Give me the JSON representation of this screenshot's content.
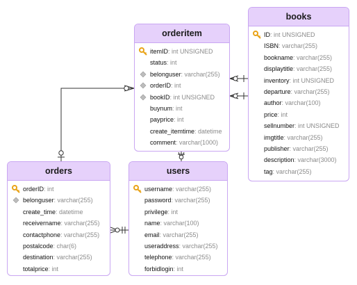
{
  "tables": [
    {
      "id": "orderitem",
      "title": "orderitem",
      "fields": [
        {
          "name": "itemID",
          "type": ": int UNSIGNED",
          "icon": "key-icon"
        },
        {
          "name": "status",
          "type": ": int",
          "icon": ""
        },
        {
          "name": "belonguser",
          "type": ": varchar(255)",
          "icon": "diamond-icon"
        },
        {
          "name": "orderID",
          "type": ": int",
          "icon": "diamond-icon"
        },
        {
          "name": "bookID",
          "type": ": int UNSIGNED",
          "icon": "diamond-icon"
        },
        {
          "name": "buynum",
          "type": ": int",
          "icon": ""
        },
        {
          "name": "payprice",
          "type": ": int",
          "icon": ""
        },
        {
          "name": "create_itemtime",
          "type": ": datetime",
          "icon": ""
        },
        {
          "name": "comment",
          "type": ": varchar(1000)",
          "icon": ""
        }
      ]
    },
    {
      "id": "books",
      "title": "books",
      "fields": [
        {
          "name": "ID",
          "type": ": int UNSIGNED",
          "icon": "key-icon"
        },
        {
          "name": "ISBN",
          "type": ": varchar(255)",
          "icon": ""
        },
        {
          "name": "bookname",
          "type": ": varchar(255)",
          "icon": ""
        },
        {
          "name": "displaytitle",
          "type": ": varchar(255)",
          "icon": ""
        },
        {
          "name": "inventory",
          "type": ": int UNSIGNED",
          "icon": ""
        },
        {
          "name": "departure",
          "type": ": varchar(255)",
          "icon": ""
        },
        {
          "name": "author",
          "type": ": varchar(100)",
          "icon": ""
        },
        {
          "name": "price",
          "type": ": int",
          "icon": ""
        },
        {
          "name": "sellnumber",
          "type": ": int UNSIGNED",
          "icon": ""
        },
        {
          "name": "imgtitle",
          "type": ": varchar(255)",
          "icon": ""
        },
        {
          "name": "publisher",
          "type": ": varchar(255)",
          "icon": ""
        },
        {
          "name": "description",
          "type": ": varchar(3000)",
          "icon": ""
        },
        {
          "name": "tag",
          "type": ": varchar(255)",
          "icon": ""
        }
      ]
    },
    {
      "id": "orders",
      "title": "orders",
      "fields": [
        {
          "name": "orderID",
          "type": ": int",
          "icon": "key-icon"
        },
        {
          "name": "belonguser",
          "type": ": varchar(255)",
          "icon": "diamond-icon"
        },
        {
          "name": "create_time",
          "type": ": datetime",
          "icon": ""
        },
        {
          "name": "receivername",
          "type": ": varchar(255)",
          "icon": ""
        },
        {
          "name": "contactphone",
          "type": ": varchar(255)",
          "icon": ""
        },
        {
          "name": "postalcode",
          "type": ": char(6)",
          "icon": ""
        },
        {
          "name": "destination",
          "type": ": varchar(255)",
          "icon": ""
        },
        {
          "name": "totalprice",
          "type": ": int",
          "icon": ""
        }
      ]
    },
    {
      "id": "users",
      "title": "users",
      "fields": [
        {
          "name": "username",
          "type": ": varchar(255)",
          "icon": "key-icon"
        },
        {
          "name": "password",
          "type": ": varchar(255)",
          "icon": ""
        },
        {
          "name": "privilege",
          "type": ": int",
          "icon": ""
        },
        {
          "name": "name",
          "type": ": varchar(100)",
          "icon": ""
        },
        {
          "name": "email",
          "type": ": varchar(255)",
          "icon": ""
        },
        {
          "name": "useraddress",
          "type": ": varchar(255)",
          "icon": ""
        },
        {
          "name": "telephone",
          "type": ": varchar(255)",
          "icon": ""
        },
        {
          "name": "forbidlogin",
          "type": ": int",
          "icon": ""
        }
      ]
    }
  ],
  "colors": {
    "header_fill": "#e6d1fb",
    "border": "#c9a6f2",
    "key": "#e9a317",
    "diamond": "#bdbdbd",
    "connector": "#333333"
  },
  "relationships": [
    {
      "from": "orderitem.orderID",
      "to": "orders.orderID",
      "from_end": "many",
      "to_end": "one"
    },
    {
      "from": "orderitem.bookID",
      "to": "books.ID",
      "from_end": "many",
      "to_end": "one"
    },
    {
      "from": "orderitem.belonguser",
      "to": "users.username",
      "from_end": "many",
      "to_end": "one"
    },
    {
      "from": "orders.belonguser",
      "to": "users.username",
      "from_end": "many",
      "to_end": "one"
    }
  ]
}
